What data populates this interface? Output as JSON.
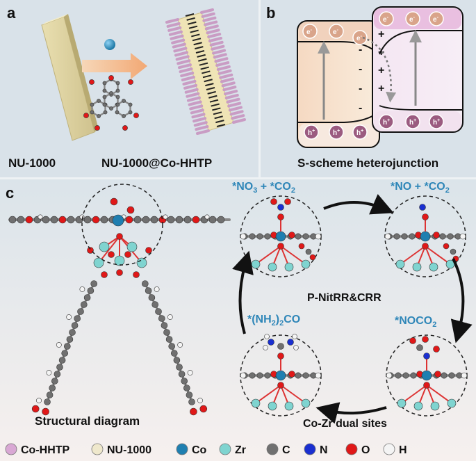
{
  "panels": {
    "a": {
      "letter": "a",
      "left_caption": "NU-1000",
      "right_caption": "NU-1000@Co-HHTP"
    },
    "b": {
      "letter": "b",
      "caption": "S-scheme heterojunction",
      "electron": "e",
      "hole": "h",
      "charge_minus": "-",
      "charge_plus": "+"
    },
    "c": {
      "letter": "c",
      "structure_caption": "Structural diagram",
      "cycle_center": "P-NitRR&CRR",
      "dual_sites": "Co-Zr dual sites",
      "intermediates": {
        "top_left": "*NO3 + *CO2",
        "top_right": "*NO + *CO2",
        "right": "*NOCO2",
        "left": "*(NH2)2CO"
      }
    }
  },
  "legend": [
    {
      "label": "Co-HHTP",
      "color": "#d9a8d4"
    },
    {
      "label": "NU-1000",
      "color": "#efe8cc"
    },
    {
      "label": "Co",
      "color": "#1f7fb0"
    },
    {
      "label": "Zr",
      "color": "#7fd4d0"
    },
    {
      "label": "C",
      "color": "#707070"
    },
    {
      "label": "N",
      "color": "#1a2fd0"
    },
    {
      "label": "O",
      "color": "#e01818"
    },
    {
      "label": "H",
      "color": "#f4f4f4"
    }
  ],
  "colors": {
    "accent_blue": "#2e86b8",
    "panel_bg": "#d7e1e8"
  }
}
